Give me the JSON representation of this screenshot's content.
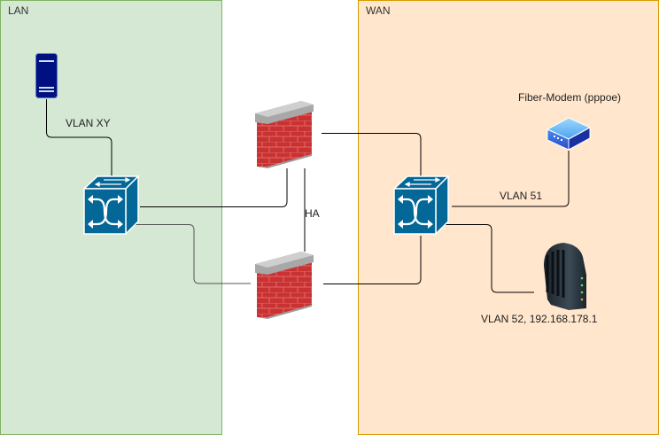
{
  "zones": {
    "lan": {
      "label": "LAN",
      "fill": "#d5e8d4",
      "stroke": "#82b366"
    },
    "wan": {
      "label": "WAN",
      "fill": "#ffe6cc",
      "stroke": "#d79b00"
    }
  },
  "nodes": {
    "lan_server": {
      "icon": "server-icon",
      "color": "#001080"
    },
    "lan_switch": {
      "icon": "switch-icon",
      "color": "#036897"
    },
    "firewall_top": {
      "icon": "firewall-icon"
    },
    "firewall_bottom": {
      "icon": "firewall-icon"
    },
    "wan_switch": {
      "icon": "switch-icon",
      "color": "#036897"
    },
    "fiber_modem": {
      "icon": "modem-box-icon",
      "label": "Fiber-Modem (pppoe)"
    },
    "cable_modem": {
      "icon": "cable-modem-icon",
      "label": "VLAN 52, 192.168.178.1"
    }
  },
  "links": {
    "server_to_switch": "VLAN XY",
    "firewall_ha": "HA",
    "wan_switch_to_fiber": "VLAN 51"
  }
}
